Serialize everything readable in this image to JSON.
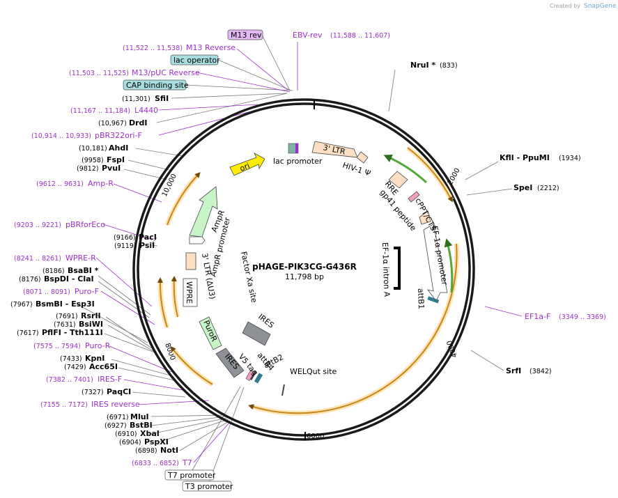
{
  "credit": {
    "prefix": "Created by",
    "brand": "SnapGene"
  },
  "plasmid": {
    "name": "pHAGE-PIK3CG-G436R",
    "length": "11,798 bp"
  },
  "ticks": [
    "2000",
    "4000",
    "6000",
    "8000",
    "10,000"
  ],
  "enzymes": [
    {
      "name": "NruI *",
      "pos": "(833)"
    },
    {
      "name": "KflI - PpuMI",
      "pos": "(1934)"
    },
    {
      "name": "SpeI",
      "pos": "(2212)"
    },
    {
      "name": "SrfI",
      "pos": "(3842)"
    },
    {
      "name": "SfiI",
      "pos": "(11,301)"
    },
    {
      "name": "DrdI",
      "pos": "(10,967)"
    },
    {
      "name": "AhdI",
      "pos": "(10,181)"
    },
    {
      "name": "FspI",
      "pos": "(9958)"
    },
    {
      "name": "PvuI",
      "pos": "(9812)"
    },
    {
      "name": "PacI",
      "pos": "(9166)"
    },
    {
      "name": "PsiI",
      "pos": "(9119)"
    },
    {
      "name": "BsaBI *",
      "pos": "(8186)"
    },
    {
      "name": "BspDI - ClaI",
      "pos": "(8176)"
    },
    {
      "name": "BsmBI - Esp3I",
      "pos": "(7967)"
    },
    {
      "name": "RsrII",
      "pos": "(7691)"
    },
    {
      "name": "BsiWI",
      "pos": "(7631)"
    },
    {
      "name": "PflFI - Tth111I",
      "pos": "(7617)"
    },
    {
      "name": "KpnI",
      "pos": "(7433)"
    },
    {
      "name": "Acc65I",
      "pos": "(7429)"
    },
    {
      "name": "PaqCI",
      "pos": "(7327)"
    },
    {
      "name": "MluI",
      "pos": "(6971)"
    },
    {
      "name": "BstBI",
      "pos": "(6927)"
    },
    {
      "name": "XbaI",
      "pos": "(6910)"
    },
    {
      "name": "PspXI",
      "pos": "(6904)"
    },
    {
      "name": "NotI",
      "pos": "(6898)"
    }
  ],
  "primers": [
    {
      "name": "EBV-rev",
      "pos": "(11,588 .. 11,607)"
    },
    {
      "name": "M13 Reverse",
      "pos": "(11,522 .. 11,538)"
    },
    {
      "name": "M13/pUC Reverse",
      "pos": "(11,503 .. 11,525)"
    },
    {
      "name": "L4440",
      "pos": "(11,167 .. 11,184)"
    },
    {
      "name": "pBR322ori-F",
      "pos": "(10,914 .. 10,933)"
    },
    {
      "name": "Amp-R",
      "pos": "(9612 .. 9631)"
    },
    {
      "name": "pBRforEco",
      "pos": "(9203 .. 9221)"
    },
    {
      "name": "WPRE-R",
      "pos": "(8241 .. 8261)"
    },
    {
      "name": "Puro-F",
      "pos": "(8071 .. 8091)"
    },
    {
      "name": "Puro-R",
      "pos": "(7575 .. 7594)"
    },
    {
      "name": "IRES-F",
      "pos": "(7382 .. 7401)"
    },
    {
      "name": "IRES reverse",
      "pos": "(7155 .. 7172)"
    },
    {
      "name": "T7",
      "pos": "(6833 .. 6852)"
    },
    {
      "name": "EF1a-F",
      "pos": "(3349 .. 3369)"
    }
  ],
  "boxed_labels": {
    "m13rev": "M13 rev",
    "lacop": "lac operator",
    "cap": "CAP binding site",
    "t7prom": "T7 promoter",
    "t3prom": "T3 promoter"
  },
  "features": {
    "lac_promoter": "lac promoter",
    "ltr5": "3' LTR",
    "hiv": "HIV-1 Ψ",
    "rre": "RRE",
    "gp41": "gp41 peptide",
    "cppt": "cPPT/CTS",
    "ef1a_prom": "EF-1α promoter",
    "ef1a_intron": "EF-1α intron A",
    "attb1": "attB1",
    "ori": "ori",
    "ampr": "AmpR",
    "ampr_prom": "AmpR promoter",
    "ltr3": "3' LTR (ΔU3)",
    "wpre": "WPRE",
    "factorxa": "Factor Xa site",
    "puror": "PuroR",
    "ires1": "IRES",
    "ires2": "IRES",
    "v5": "V5 tag",
    "attb4": "attB4",
    "attb2": "attB2",
    "welqut": "WELQut site"
  },
  "colors": {
    "backbone": "#1a1a1a",
    "cds_orange": "#f5a623",
    "cds_halo": "#fde4b4",
    "ef1a_green": "#52a837",
    "primer": "#9b30c8",
    "ori_yellow": "#ffee00",
    "ampr_green": "#c8f5c8",
    "ltr_peach": "#fde0c4",
    "ires_gray": "#8e9196",
    "box_blue": "#a7dde0",
    "box_purple": "#e4b8f4"
  }
}
